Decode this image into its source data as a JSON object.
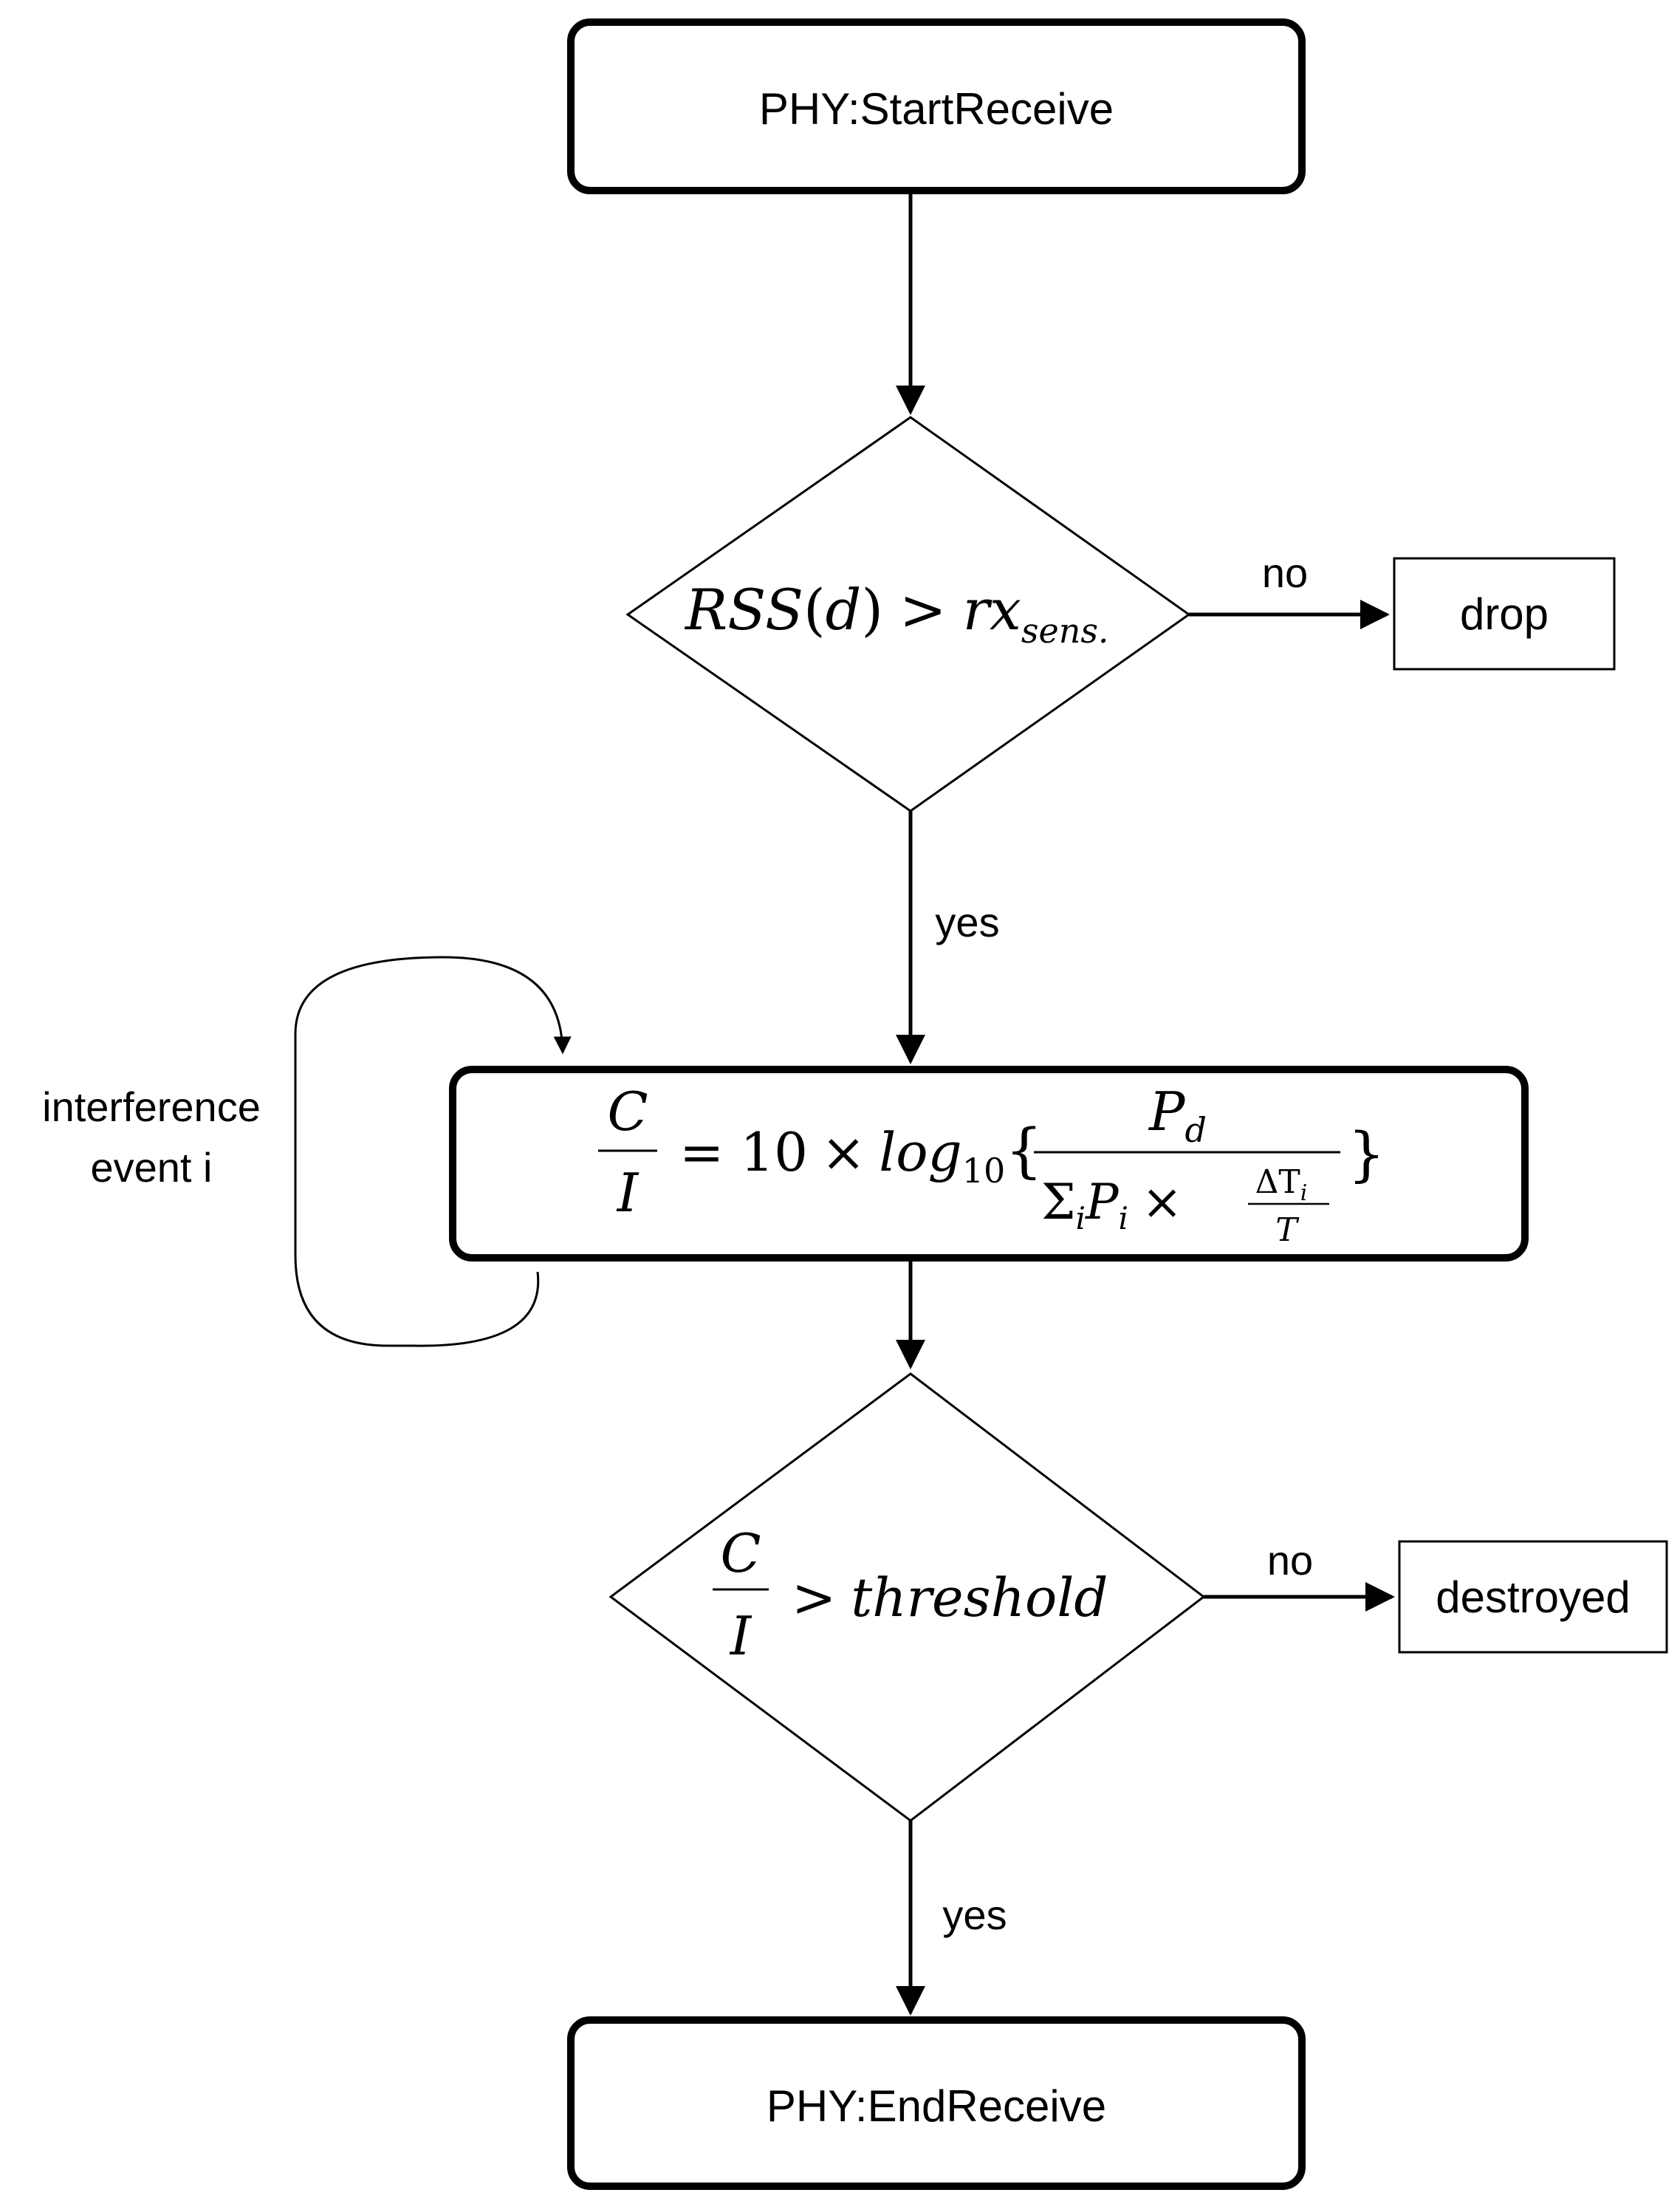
{
  "nodes": {
    "start": {
      "label": "PHY:StartReceive"
    },
    "decision1": {
      "lhs": "RSS",
      "lparen": "(",
      "arg": "d",
      "rparen": ")",
      "op": ">",
      "rhs": "rx",
      "rhs_sub": "sens."
    },
    "drop": {
      "label": "drop"
    },
    "formula": {
      "lhs_num": "C",
      "lhs_den": "I",
      "eq": "=",
      "coef": "10",
      "times": "×",
      "log": "log",
      "log_sub": "10",
      "lbrace": "{",
      "num": "P",
      "num_sub": "d",
      "den_sigma": "Σ",
      "den_sigma_sub": "i",
      "den_p": "P",
      "den_p_sub": "i",
      "den_times": "×",
      "frac_num": "ΔT",
      "frac_num_sub": "i",
      "frac_den": "T",
      "rbrace": "}"
    },
    "decision2": {
      "lhs_num": "C",
      "lhs_den": "I",
      "op": ">",
      "rhs": "threshold"
    },
    "destroyed": {
      "label": "destroyed"
    },
    "end": {
      "label": "PHY:EndReceive"
    }
  },
  "edges": {
    "decision1_no": "no",
    "decision1_yes": "yes",
    "decision2_no": "no",
    "decision2_yes": "yes"
  },
  "loop": {
    "line1": "interference",
    "line2": "event i"
  }
}
